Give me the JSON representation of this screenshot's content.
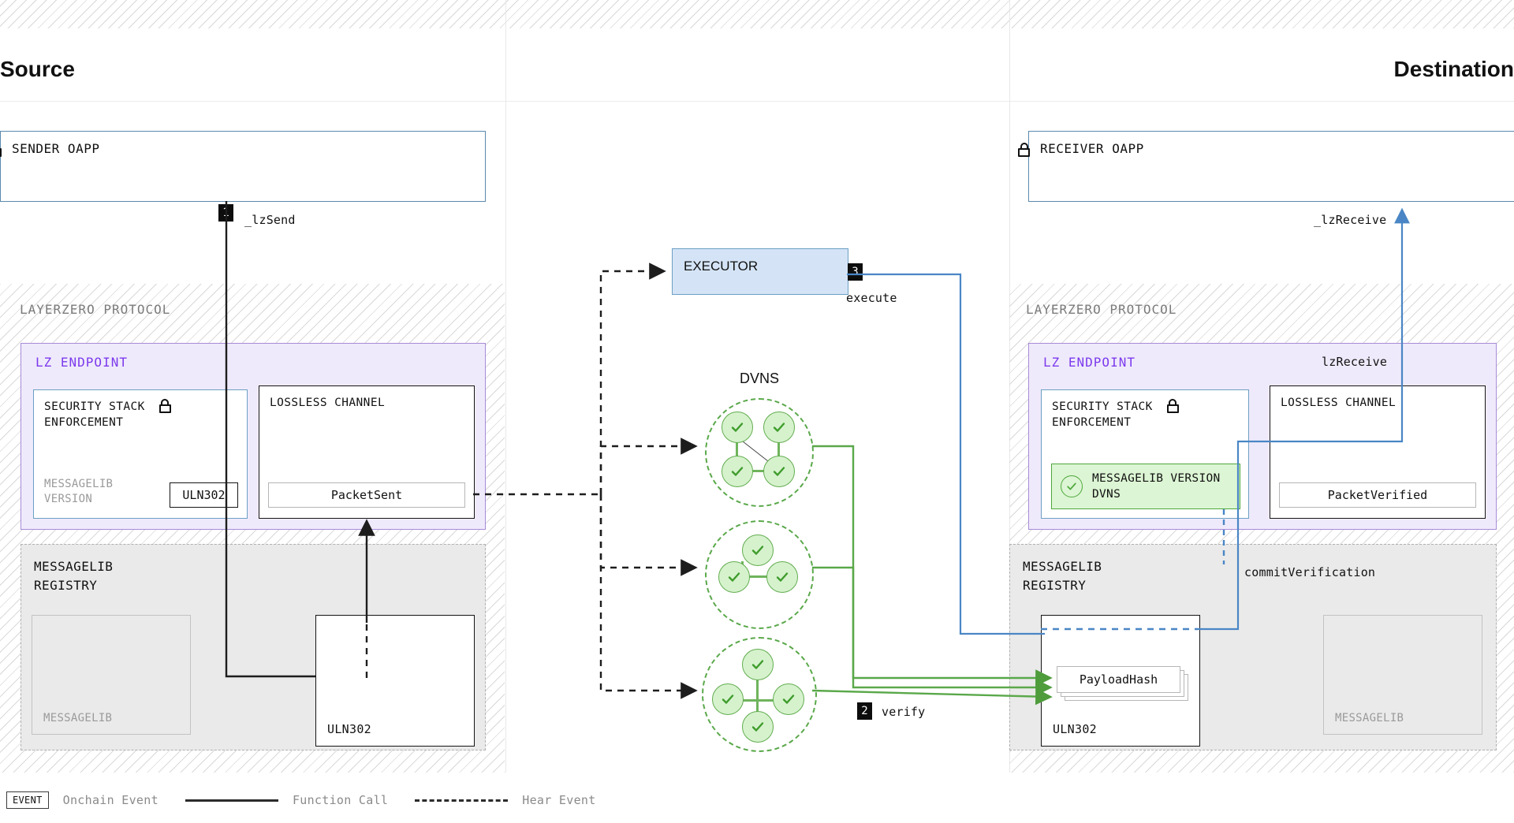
{
  "columns": {
    "source_title": "Source",
    "destination_title": "Destination"
  },
  "source": {
    "oapp": {
      "label": "SENDER OAPP",
      "icon": "lock-icon"
    },
    "protocol_label": "LAYERZERO PROTOCOL",
    "endpoint": {
      "title": "LZ ENDPOINT",
      "security_stack": {
        "heading_line1": "SECURITY STACK",
        "heading_line2": "ENFORCEMENT",
        "icon": "lock-icon",
        "sub_line1": "MESSAGELIB",
        "sub_line2": "VERSION",
        "chip": "ULN302"
      },
      "lossless_channel": {
        "heading": "LOSSLESS CHANNEL",
        "event": "PacketSent"
      }
    },
    "registry": {
      "title_line1": "MESSAGELIB",
      "title_line2": "REGISTRY",
      "ghost_label": "MESSAGELIB",
      "lib_label": "ULN302"
    }
  },
  "destination": {
    "oapp": {
      "label": "RECEIVER OAPP",
      "icon": "lock-icon"
    },
    "protocol_label": "LAYERZERO PROTOCOL",
    "endpoint": {
      "title": "LZ ENDPOINT",
      "side_call": "lzReceive",
      "security_stack": {
        "heading_line1": "SECURITY STACK",
        "heading_line2": "ENFORCEMENT",
        "icon": "lock-icon",
        "green_line1": "MESSAGELIB VERSION",
        "green_line2": "DVNS",
        "green_icon": "check-circle-icon"
      },
      "lossless_channel": {
        "heading": "LOSSLESS CHANNEL",
        "event": "PacketVerified"
      }
    },
    "registry": {
      "title_line1": "MESSAGELIB",
      "title_line2": "REGISTRY",
      "side_call": "commitVerification",
      "ghost_label": "MESSAGELIB",
      "lib_label": "ULN302",
      "payload_card": "PayloadHash"
    }
  },
  "middle": {
    "executor": {
      "label": "EXECUTOR"
    },
    "dvns_label": "DVNS",
    "dvn_groups": [
      {
        "nodes": 4,
        "icon": "check-icon"
      },
      {
        "nodes": 3,
        "icon": "check-icon"
      },
      {
        "nodes": 5,
        "icon": "check-icon"
      }
    ]
  },
  "steps": [
    {
      "number": "1",
      "label": "_lzSend"
    },
    {
      "number": "2",
      "label": "verify"
    },
    {
      "number": "3",
      "label": "execute"
    }
  ],
  "calls": {
    "lz_receive": "_lzReceive"
  },
  "legend": {
    "event_chip": "EVENT",
    "event_text": "Onchain Event",
    "function_text": "Function Call",
    "hear_text": "Hear Event"
  },
  "colors": {
    "accent_purple": "#7c3aed",
    "endpoint_bg": "#efeafb",
    "blue_border": "#6c9fc4",
    "executor_bg": "#d4e4f6",
    "green": "#4ea83c",
    "green_bg": "#dcf5d4",
    "wire_blue": "#4a86c5"
  }
}
